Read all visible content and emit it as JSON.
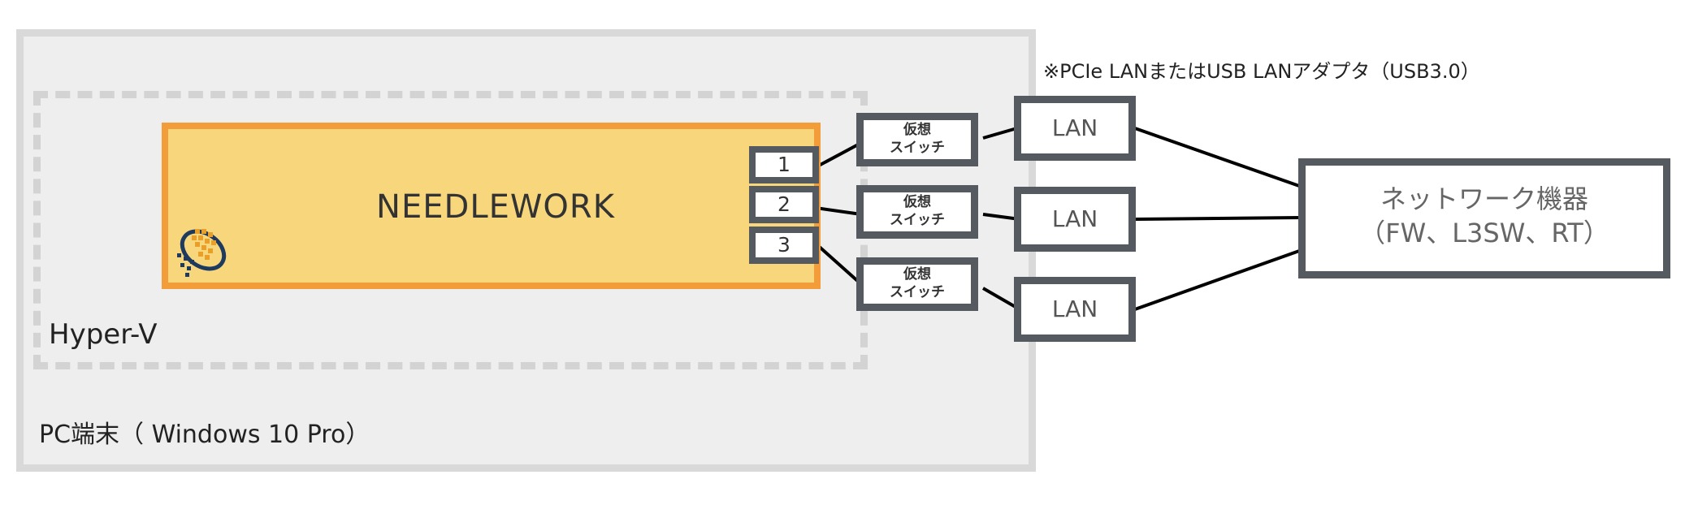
{
  "pc": {
    "label": "PC端末（ Windows 10 Pro）"
  },
  "hyperv": {
    "label": "Hyper-V"
  },
  "needlework": {
    "title": "NEEDLEWORK",
    "logo_icon": "needlework-logo-icon"
  },
  "ports": [
    "1",
    "2",
    "3"
  ],
  "vswitch": {
    "line1": "仮想",
    "line2": "スイッチ"
  },
  "lan": {
    "label": "LAN"
  },
  "network_device": {
    "line1": "ネットワーク機器",
    "line2": "（FW、L3SW、RT）"
  },
  "note": "※PCIe LANまたはUSB LANアダプタ（USB3.0）",
  "colors": {
    "frame_gray": "#d9d9d9",
    "box_fill": "#f8d77c",
    "box_border": "#f29d3a",
    "dark_border": "#555a60"
  }
}
